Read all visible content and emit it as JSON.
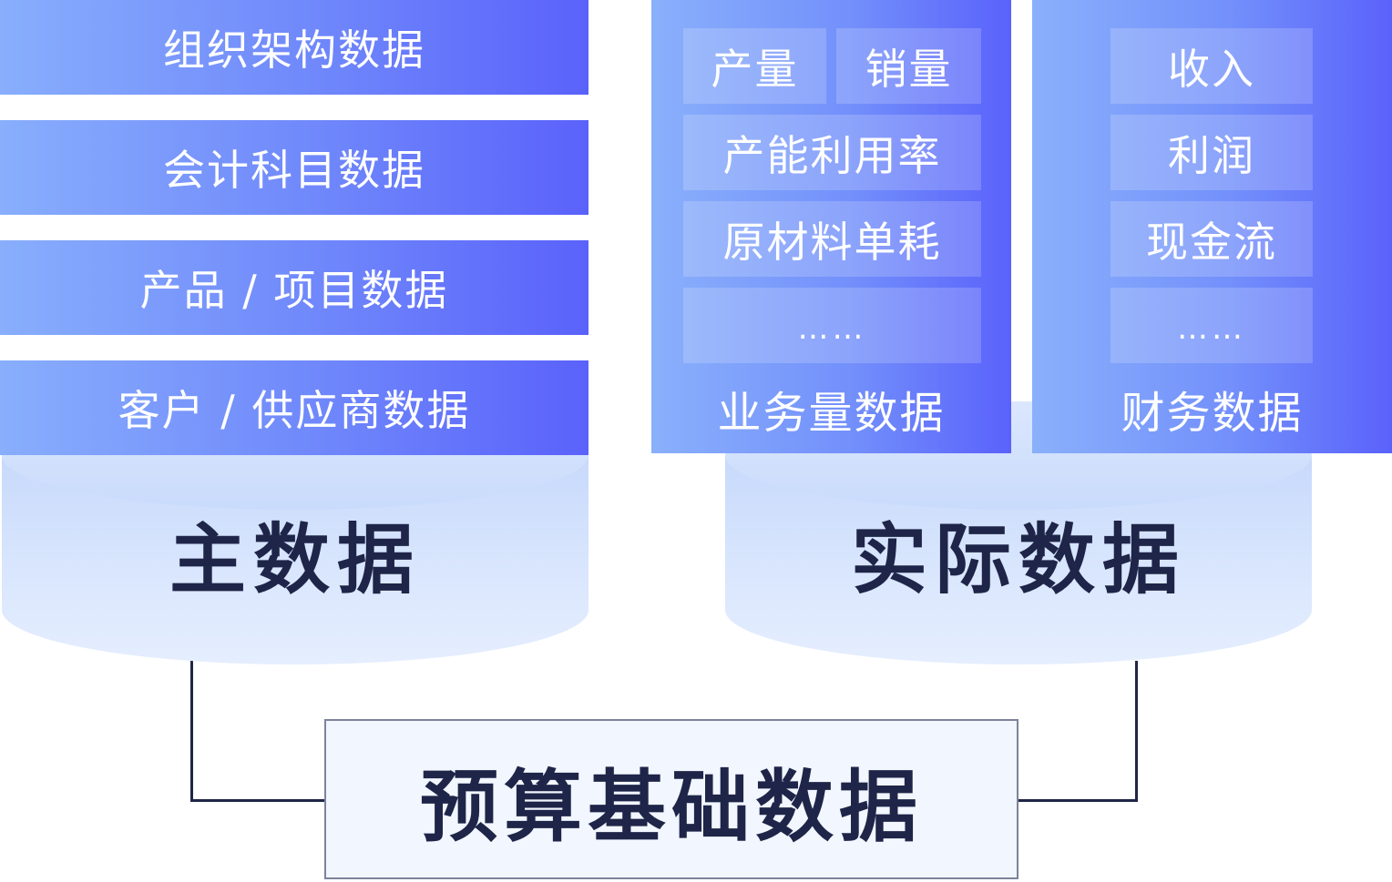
{
  "master_data": {
    "label": "主数据",
    "items": [
      "组织架构数据",
      "会计科目数据",
      "产品 / 项目数据",
      "客户 / 供应商数据"
    ]
  },
  "actual_data": {
    "label": "实际数据",
    "business_volume": {
      "label": "业务量数据",
      "items": [
        "产量",
        "销量",
        "产能利用率",
        "原材料单耗",
        "……"
      ]
    },
    "financial": {
      "label": "财务数据",
      "items": [
        "收入",
        "利润",
        "现金流",
        "……"
      ]
    }
  },
  "base": {
    "label": "预算基础数据"
  },
  "colors": {
    "bar_start": "#88aefc",
    "bar_end": "#5a62fb",
    "cylinder": "#d3e2fd",
    "dark_text": "#1e2548",
    "connector": "#1e2548",
    "base_fill": "#f2f6fe"
  }
}
